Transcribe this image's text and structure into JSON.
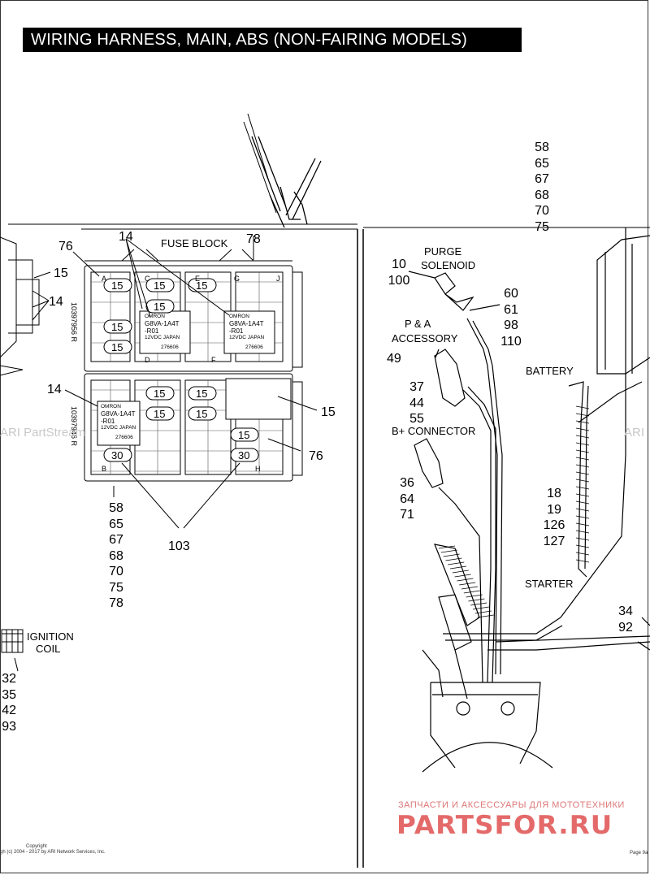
{
  "title": "WIRING HARNESS, MAIN, ABS (NON-FAIRING MODELS)",
  "top_callout_stack": [
    "58",
    "65",
    "67",
    "68",
    "70",
    "75"
  ],
  "fuse_block": {
    "title": "FUSE BLOCK",
    "callout_14_top": "14",
    "callout_78": "78",
    "callout_76_left": "76",
    "callout_15_left": "15",
    "callout_14_left": "14",
    "callout_14_mid": "14",
    "callout_15_right": "15",
    "callout_76_right": "76",
    "callout_103": "103",
    "bottom_stack": [
      "58",
      "65",
      "67",
      "68",
      "70",
      "75",
      "78"
    ],
    "fuse_labels": [
      "15",
      "15",
      "15",
      "15",
      "15",
      "15",
      "15",
      "15",
      "15",
      "15",
      "30",
      "30"
    ],
    "relay_upper_left": [
      "OMRON",
      "G8VA-1A4T",
      "-R01",
      "12VDC    JAPAN",
      "276606"
    ],
    "relay_upper_right": [
      "OMRON",
      "G8VA-1A4T",
      "-R01",
      "12VDC    JAPAN",
      "276606"
    ],
    "relay_lower_left": [
      "OMRON",
      "G8VA-1A4T",
      "-R01",
      "12VDC    JAPAN",
      "276606"
    ],
    "column_letters": [
      "A",
      "B",
      "C",
      "D",
      "E",
      "F",
      "G",
      "H",
      "J"
    ],
    "side_code_upper": "10397956 R",
    "side_code_lower": "10397946 R"
  },
  "ignition_coil": {
    "label_line1": "IGNITION",
    "label_line2": "COIL",
    "callouts": [
      "32",
      "35",
      "42",
      "93"
    ]
  },
  "right_panel": {
    "purge_solenoid_line1": "PURGE",
    "purge_solenoid_line2": "SOLENOID",
    "purge_callouts": [
      "10",
      "100"
    ],
    "connector_callouts": [
      "60",
      "61",
      "98",
      "110"
    ],
    "pa_line1": "P & A",
    "pa_line2": "ACCESSORY",
    "callout_49": "49",
    "pa_callouts": [
      "37",
      "44",
      "55"
    ],
    "bplus_connector": "B+ CONNECTOR",
    "bplus_callouts": [
      "36",
      "64",
      "71"
    ],
    "battery": "BATTERY",
    "battery_callouts": [
      "18",
      "19",
      "126",
      "127"
    ],
    "starter": "STARTER",
    "starter_callouts": [
      "34",
      "92"
    ]
  },
  "watermarks": [
    "ARI PartStream",
    "ARI"
  ],
  "brand_tagline": "ЗАПЧАСТИ И АКСЕССУАРЫ ДЛЯ МОТОТЕХНИКИ",
  "brand_logo": "PARTSFOR.RU",
  "copyright_label": "Copyright",
  "copyright_text": "gh (c) 2004 - 2017 by ARI Network Services, Inc.",
  "page_footer": "Page 9a",
  "colors": {
    "title_bg": "#000000",
    "title_fg": "#ffffff",
    "brand": "#e46a6a",
    "watermark": "#c8c8c8"
  }
}
